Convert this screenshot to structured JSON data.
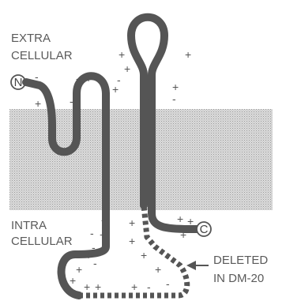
{
  "labels": {
    "extracellular_line1": "EXTRA",
    "extracellular_line2": "CELLULAR",
    "intracellular_line1": "INTRA",
    "intracellular_line2": "CELLULAR",
    "n_terminus": "N",
    "c_terminus": "C",
    "deleted_line1": "DELETED",
    "deleted_line2": "IN DM-20"
  },
  "charges": {
    "plus": "+",
    "minus": "-"
  },
  "colors": {
    "protein": "#555555",
    "membrane": "#d4d4d4",
    "text": "#5a5a5a"
  }
}
